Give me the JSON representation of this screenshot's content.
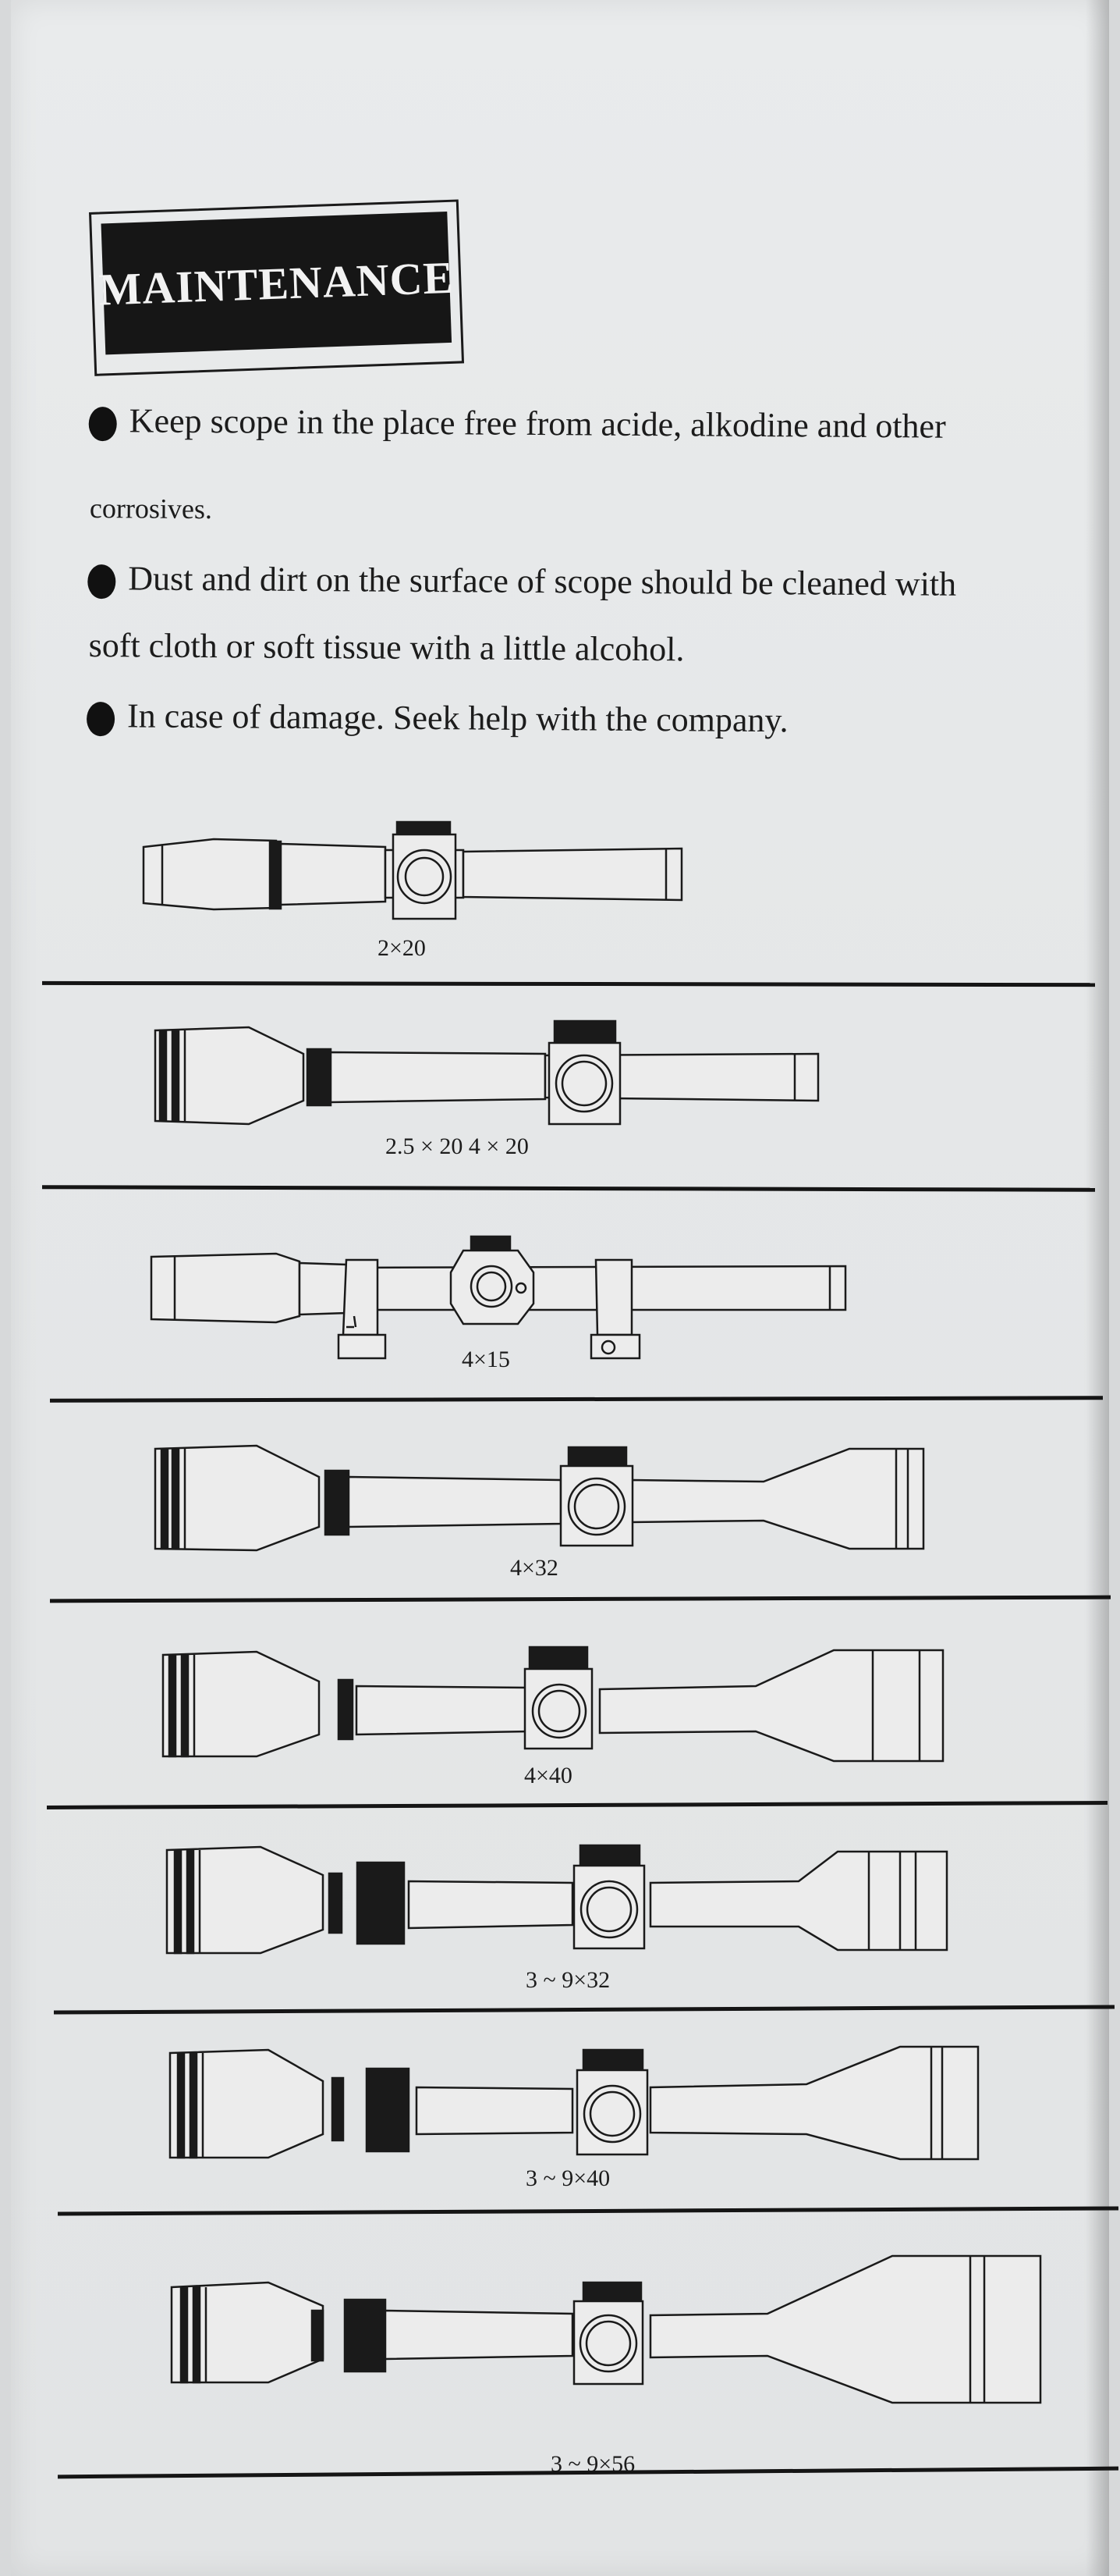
{
  "document": {
    "title": "MAINTENANCE",
    "bullets": [
      {
        "line1": "Keep scope  in the  place free  from  acide, alkodine  and  other",
        "line2": "corrosives."
      },
      {
        "line1": "Dust  and  dirt  on the  surface of  scope should be  cleaned with",
        "line2": "soft cloth    or soft tissue  with  a little  alcohol."
      },
      {
        "line1": "In  case of  damage. Seek help with  the  company.",
        "line2": ""
      }
    ]
  },
  "scopes": [
    {
      "id": "2x20",
      "caption": "2×20"
    },
    {
      "id": "2.5x20-4x20",
      "caption": "2.5 × 20    4 × 20"
    },
    {
      "id": "4x15",
      "caption": "4×15"
    },
    {
      "id": "4x32",
      "caption": "4×32"
    },
    {
      "id": "4x40",
      "caption": "4×40"
    },
    {
      "id": "3-9x32",
      "caption": "3 ~ 9×32"
    },
    {
      "id": "3-9x40",
      "caption": "3 ~ 9×40"
    },
    {
      "id": "3-9x56",
      "caption": "3 ~ 9×56"
    }
  ]
}
